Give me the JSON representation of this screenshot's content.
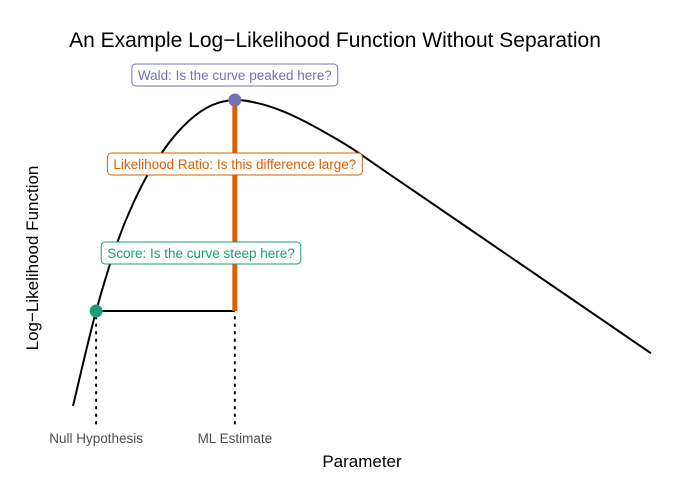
{
  "chart_data": {
    "type": "line",
    "title": "An Example Log−Likelihood Function Without Separation",
    "xlabel": "Parameter",
    "ylabel": "Log−Likelihood Function",
    "grid": false,
    "x_ticks": [
      {
        "label": "Null Hypothesis",
        "role": "null"
      },
      {
        "label": "ML Estimate",
        "role": "mle"
      }
    ],
    "curve": {
      "description": "Concave log-likelihood curve rising steeply from lower-left, peaking at the ML estimate, then declining gently to the right",
      "x": [
        -0.5,
        0.0,
        0.5,
        1.0,
        1.5,
        2.0,
        2.5,
        3.0,
        3.5,
        4.0,
        4.5,
        5.0,
        5.5,
        6.0,
        6.5,
        7.0,
        7.5,
        8.0,
        8.5,
        9.0,
        9.5,
        10.0,
        10.5,
        11.0,
        11.5,
        12.0
      ],
      "y": [
        -2.9,
        -2.0,
        -1.3,
        -0.8,
        -0.45,
        -0.2,
        -0.05,
        0.0,
        -0.03,
        -0.1,
        -0.2,
        -0.32,
        -0.45,
        -0.6,
        -0.75,
        -0.9,
        -1.05,
        -1.2,
        -1.35,
        -1.5,
        -1.65,
        -1.8,
        -1.95,
        -2.1,
        -2.25,
        -2.4
      ]
    },
    "points": {
      "null_x": 0.0,
      "mle_x": 3.0,
      "null_y": -2.0,
      "mle_y": 0.0
    },
    "annotations": [
      {
        "id": "wald",
        "text": "Wald: Is the curve peaked here?",
        "color": "#7570B3"
      },
      {
        "id": "lr",
        "text": "Likelihood Ratio: Is this difference large?",
        "color": "#D95F02"
      },
      {
        "id": "score",
        "text": "Score: Is the curve steep here?",
        "color": "#1B9E77"
      }
    ],
    "colors": {
      "curve": "#000000",
      "wald": "#7570B3",
      "lr": "#D95F02",
      "score": "#1B9E77",
      "dotted": "#000000"
    }
  }
}
